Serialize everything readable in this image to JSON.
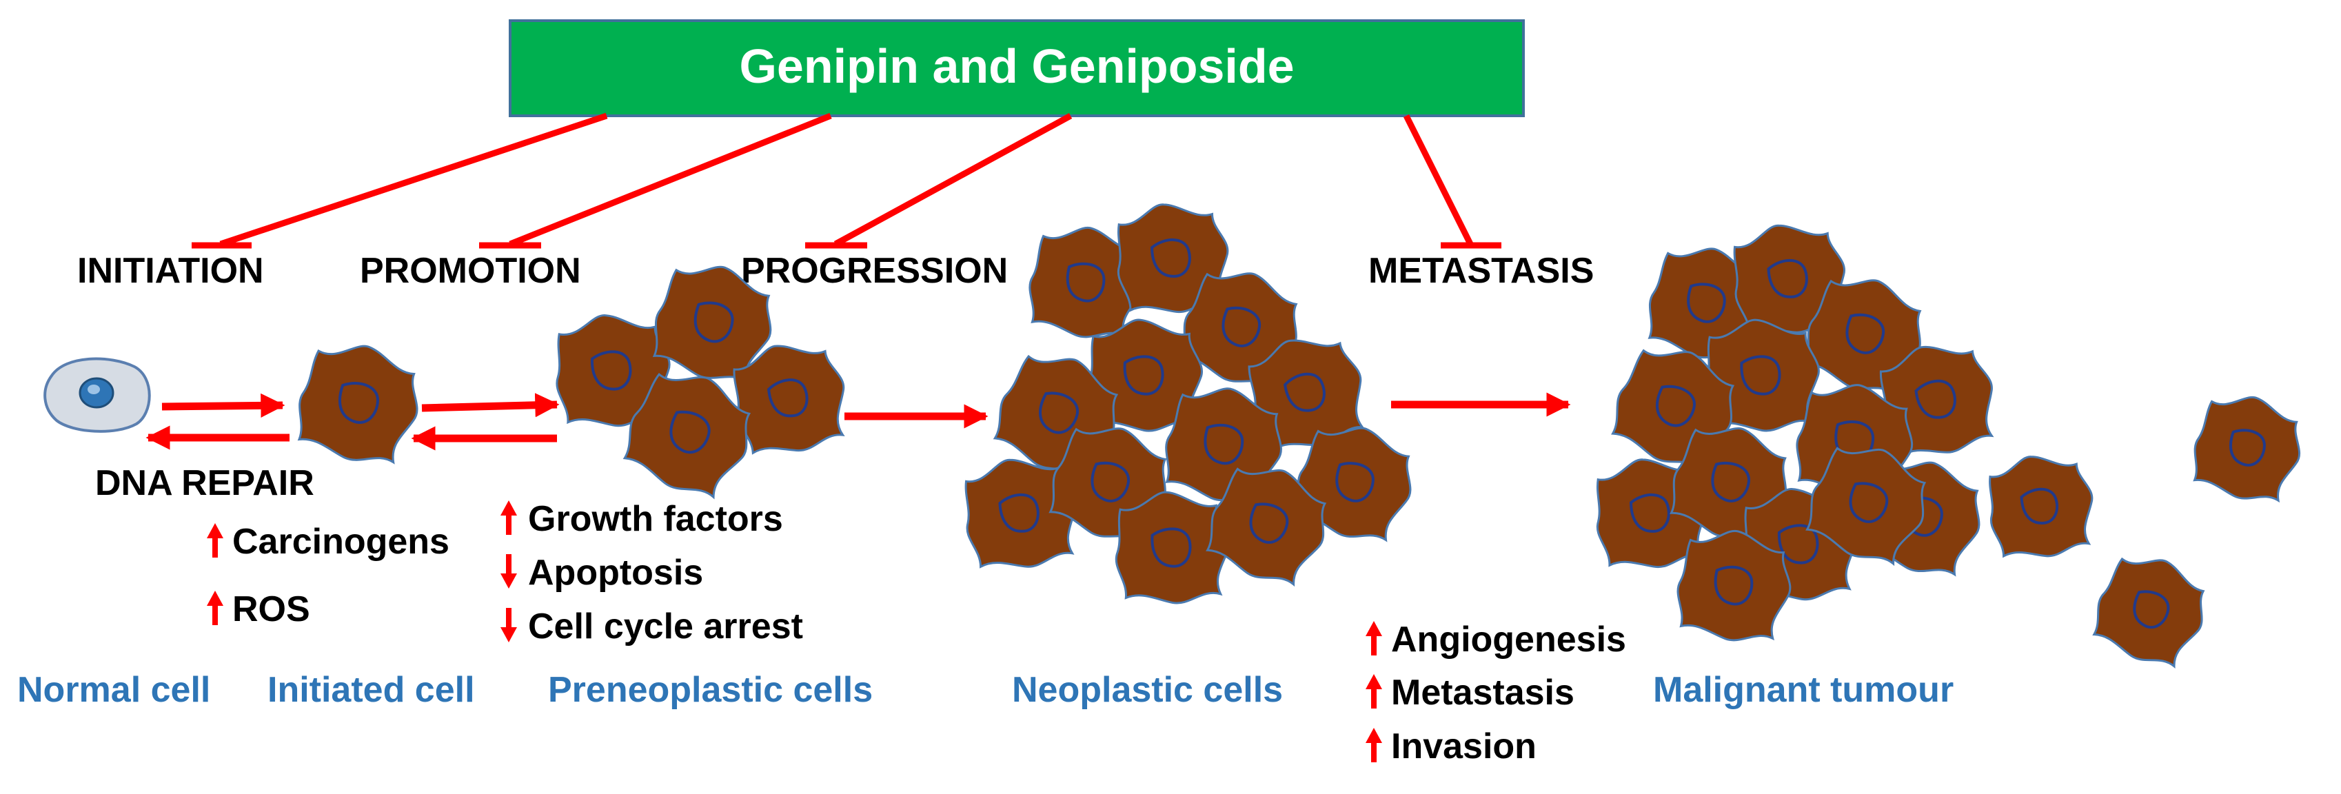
{
  "banner": {
    "title": "Genipin and Geniposide"
  },
  "stages": {
    "initiation": "INITIATION",
    "promotion": "PROMOTION",
    "progression": "PROGRESSION",
    "metastasis": "METASTASIS"
  },
  "dna_repair": "DNA REPAIR",
  "effects": {
    "initiation": [
      {
        "direction": "up",
        "label": "Carcinogens"
      },
      {
        "direction": "up",
        "label": "ROS"
      }
    ],
    "promotion": [
      {
        "direction": "up",
        "label": "Growth factors"
      },
      {
        "direction": "down",
        "label": "Apoptosis"
      },
      {
        "direction": "down",
        "label": "Cell cycle arrest"
      }
    ],
    "metastasis": [
      {
        "direction": "up",
        "label": "Angiogenesis"
      },
      {
        "direction": "up",
        "label": "Metastasis"
      },
      {
        "direction": "up",
        "label": "Invasion"
      }
    ]
  },
  "cell_labels": {
    "normal": "Normal cell",
    "initiated": "Initiated cell",
    "preneoplastic": "Preneoplastic cells",
    "neoplastic": "Neoplastic cells",
    "malignant": "Malignant tumour"
  },
  "colors": {
    "banner_fill": "#00b050",
    "banner_border": "#41719c",
    "arrow_red": "#ff0000",
    "label_blue": "#2e75b6",
    "cell_brown": "#843c0c",
    "cell_outline": "#4a7ab0",
    "nucleus_outline": "#203a8c",
    "normal_cell_fill": "#d6dce4",
    "normal_nucleus": "#2e75b6"
  }
}
